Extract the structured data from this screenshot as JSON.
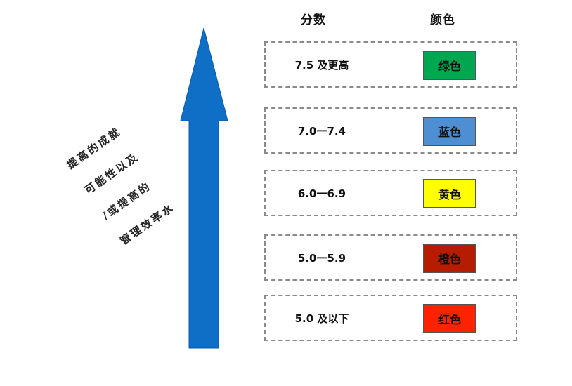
{
  "headers": {
    "score": "分数",
    "color": "颜色"
  },
  "side_text": {
    "line1": "提高的成就",
    "line2": "可能性以及",
    "line3": "/或提高的",
    "line4": "管理效率水"
  },
  "arrow_color": "#0f6fc6",
  "rows": [
    {
      "score": "7.5 及更高",
      "label": "绿色",
      "color": "#00a650"
    },
    {
      "score": "7.0一7.4",
      "label": "蓝色",
      "color": "#4e8fd4"
    },
    {
      "score": "6.0一6.9",
      "label": "黄色",
      "color": "#ffff00"
    },
    {
      "score": "5.0一5.9",
      "label": "橙色",
      "color": "#b51c00"
    },
    {
      "score": "5.0 及以下",
      "label": "红色",
      "color": "#ff2200"
    }
  ]
}
